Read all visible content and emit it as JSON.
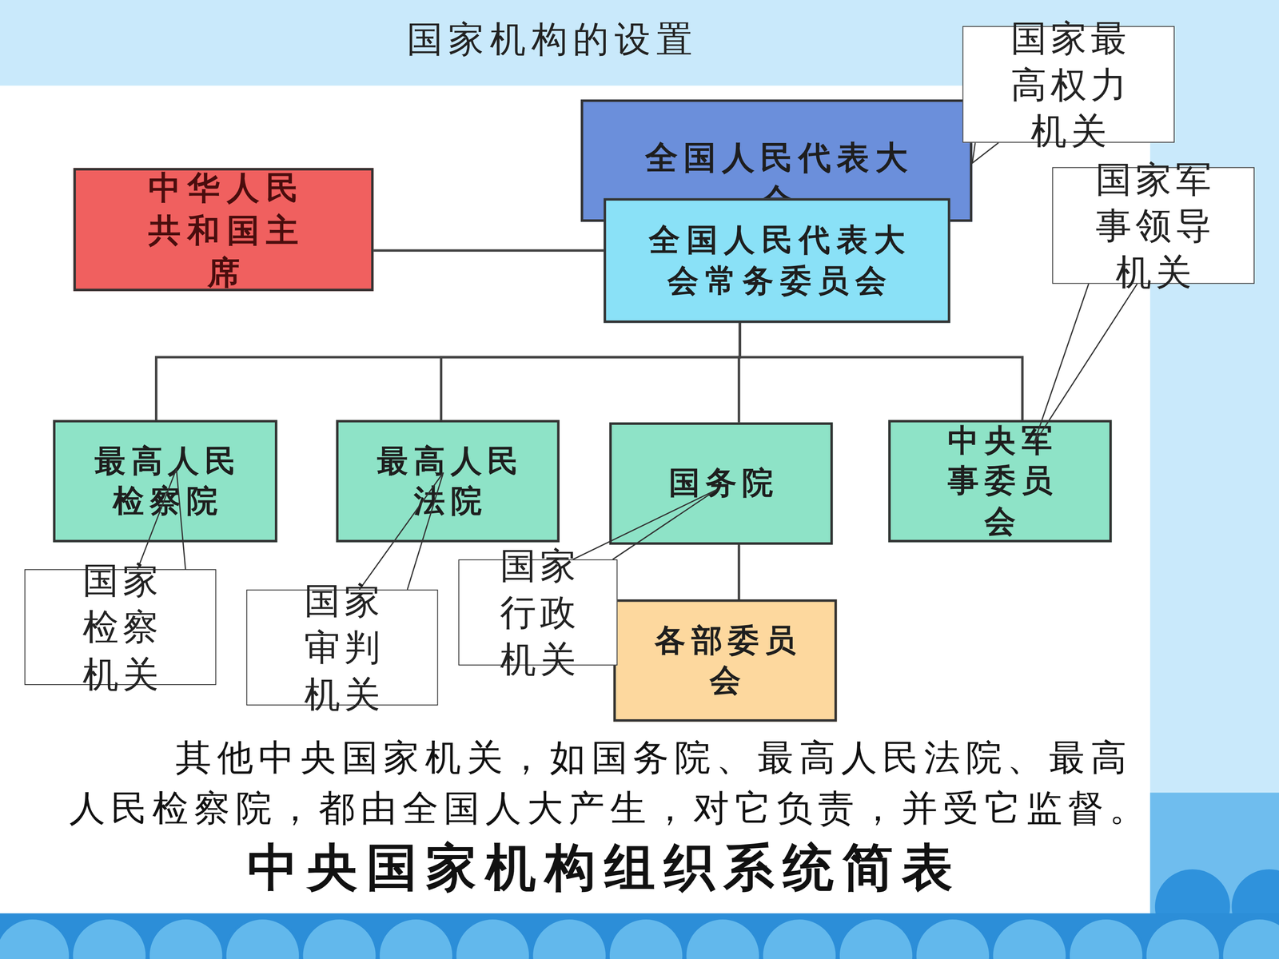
{
  "diagram": {
    "title": "国家机构的设置",
    "caption": "中央国家机构组织系统简表",
    "nodes": [
      {
        "text": [
          "全国人民代表大会"
        ]
      },
      {
        "text": [
          "国家最高权力机关"
        ]
      },
      {
        "text": [
          "中华人民共和国主席"
        ]
      },
      {
        "text": [
          "全国人民代表大会常务委员会"
        ]
      },
      {
        "text": [
          "国家军事领导机关"
        ]
      },
      {
        "text": [
          "最高人民检察院"
        ]
      },
      {
        "text": [
          "最高人民法院"
        ]
      },
      {
        "text": [
          "国务院"
        ]
      },
      {
        "text": [
          "中央军事委员会"
        ]
      },
      {
        "text": [
          "国家检察机关"
        ]
      },
      {
        "text": [
          "国家审判机关"
        ]
      },
      {
        "text": [
          "国家行政机关"
        ]
      },
      {
        "text": [
          "各部委员会"
        ]
      }
    ],
    "edges": [
      {
        "from": 2,
        "to": 3,
        "arrow": "none"
      },
      {
        "from": 3,
        "to": 5,
        "arrow": "none"
      },
      {
        "from": 3,
        "to": 6,
        "arrow": "none"
      },
      {
        "from": 3,
        "to": 7,
        "arrow": "none"
      },
      {
        "from": 3,
        "to": 8,
        "arrow": "none"
      },
      {
        "from": 7,
        "to": 12,
        "arrow": "none"
      },
      {
        "from": 1,
        "to": 0,
        "arrow": "none"
      },
      {
        "from": 4,
        "to": 8,
        "arrow": "none"
      },
      {
        "from": 9,
        "to": 5,
        "arrow": "none"
      },
      {
        "from": 10,
        "to": 6,
        "arrow": "none"
      },
      {
        "from": 11,
        "to": 7,
        "arrow": "none"
      }
    ],
    "labels": [
      "其他中央国家机关，如国务院、最高人民法院、最高人民检察院，都由全国人大产生，对它负责，并受它监督。"
    ]
  }
}
